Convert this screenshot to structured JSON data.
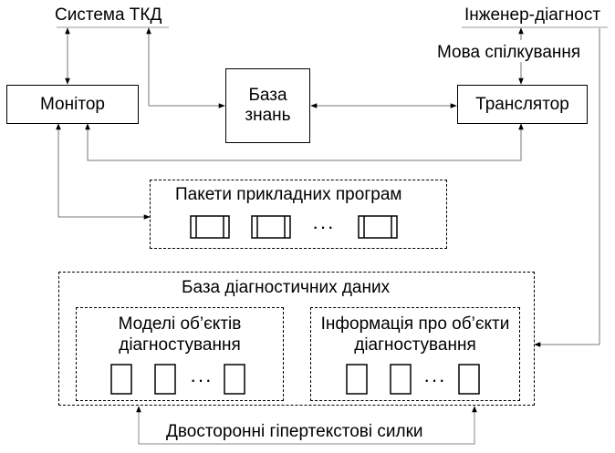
{
  "labels": {
    "system": "Система ТКД",
    "engineer": "Інженер-діагност",
    "language": "Мова спілкування",
    "bottom_links": "Двосторонні гіпертекстові силки"
  },
  "boxes": {
    "monitor": "Монітор",
    "kb_line1": "База",
    "kb_line2": "знань",
    "translator": "Транслятор"
  },
  "packages": {
    "title": "Пакети прикладних програм",
    "ellipsis": "···"
  },
  "diag_db": {
    "title": "База діагностичних даних",
    "models_line1": "Моделі об’єктів",
    "models_line2": "діагностування",
    "info_line1": "Інформація про об’єкти",
    "info_line2": "діагностування",
    "ellipsis": "···"
  },
  "colors": {
    "line": "#000000",
    "thin_line": "#888888"
  }
}
